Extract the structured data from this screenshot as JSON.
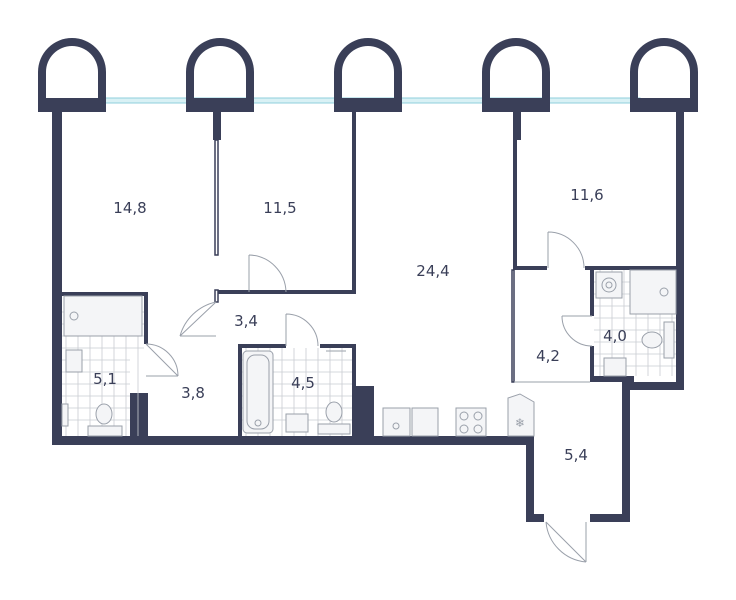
{
  "rooms": [
    {
      "id": "bedroom-1",
      "area": "14,8"
    },
    {
      "id": "bedroom-2",
      "area": "11,5"
    },
    {
      "id": "living-kitchen",
      "area": "24,4"
    },
    {
      "id": "bedroom-3",
      "area": "11,6"
    },
    {
      "id": "corridor-1",
      "area": "3,4"
    },
    {
      "id": "bathroom-1",
      "area": "5,1"
    },
    {
      "id": "hall-1",
      "area": "3,8"
    },
    {
      "id": "bathroom-2",
      "area": "4,5"
    },
    {
      "id": "hall-2",
      "area": "4,2"
    },
    {
      "id": "bathroom-3",
      "area": "4,0"
    },
    {
      "id": "entrance-hall",
      "area": "5,4"
    }
  ],
  "colors": {
    "wall": "#3a3f58",
    "glass": "#d9f1f5",
    "fixture": "#9aa0aa"
  },
  "icons": [
    "window-arch-icon",
    "bathtub-icon",
    "toilet-icon",
    "sink-icon",
    "shower-icon",
    "washing-machine-icon",
    "stove-icon",
    "fridge-icon",
    "door-swing-icon"
  ]
}
